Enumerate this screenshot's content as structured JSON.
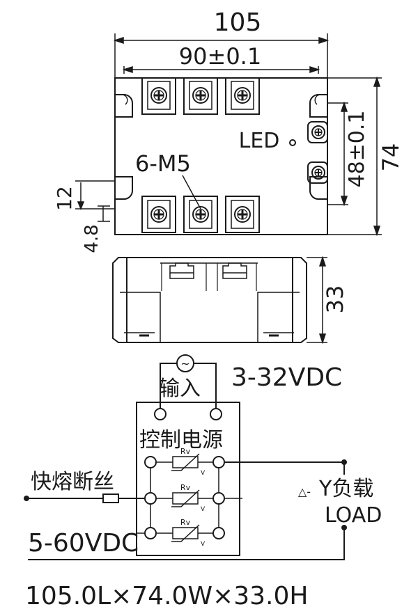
{
  "dims": {
    "total_length": "105",
    "hole_spacing": "90±0.1",
    "hole_vertical_spacing": "48±0.1",
    "total_width": "74",
    "slot_offset": "12",
    "slot_radius": "4.8",
    "height": "33"
  },
  "labels": {
    "led": "LED",
    "screw_spec": "6-M5",
    "input": "输入",
    "input_voltage": "3-32VDC",
    "control_power": "控制电源",
    "fuse": "快熔断丝",
    "load": "Y负载",
    "load_prefix": "△-",
    "load_en": "LOAD",
    "supply_voltage": "5-60VDC",
    "varistor": "Rv",
    "varistor_sub": "V",
    "ac_symbol": "~"
  },
  "footer": {
    "size_spec": "105.0L×74.0W×33.0H"
  }
}
